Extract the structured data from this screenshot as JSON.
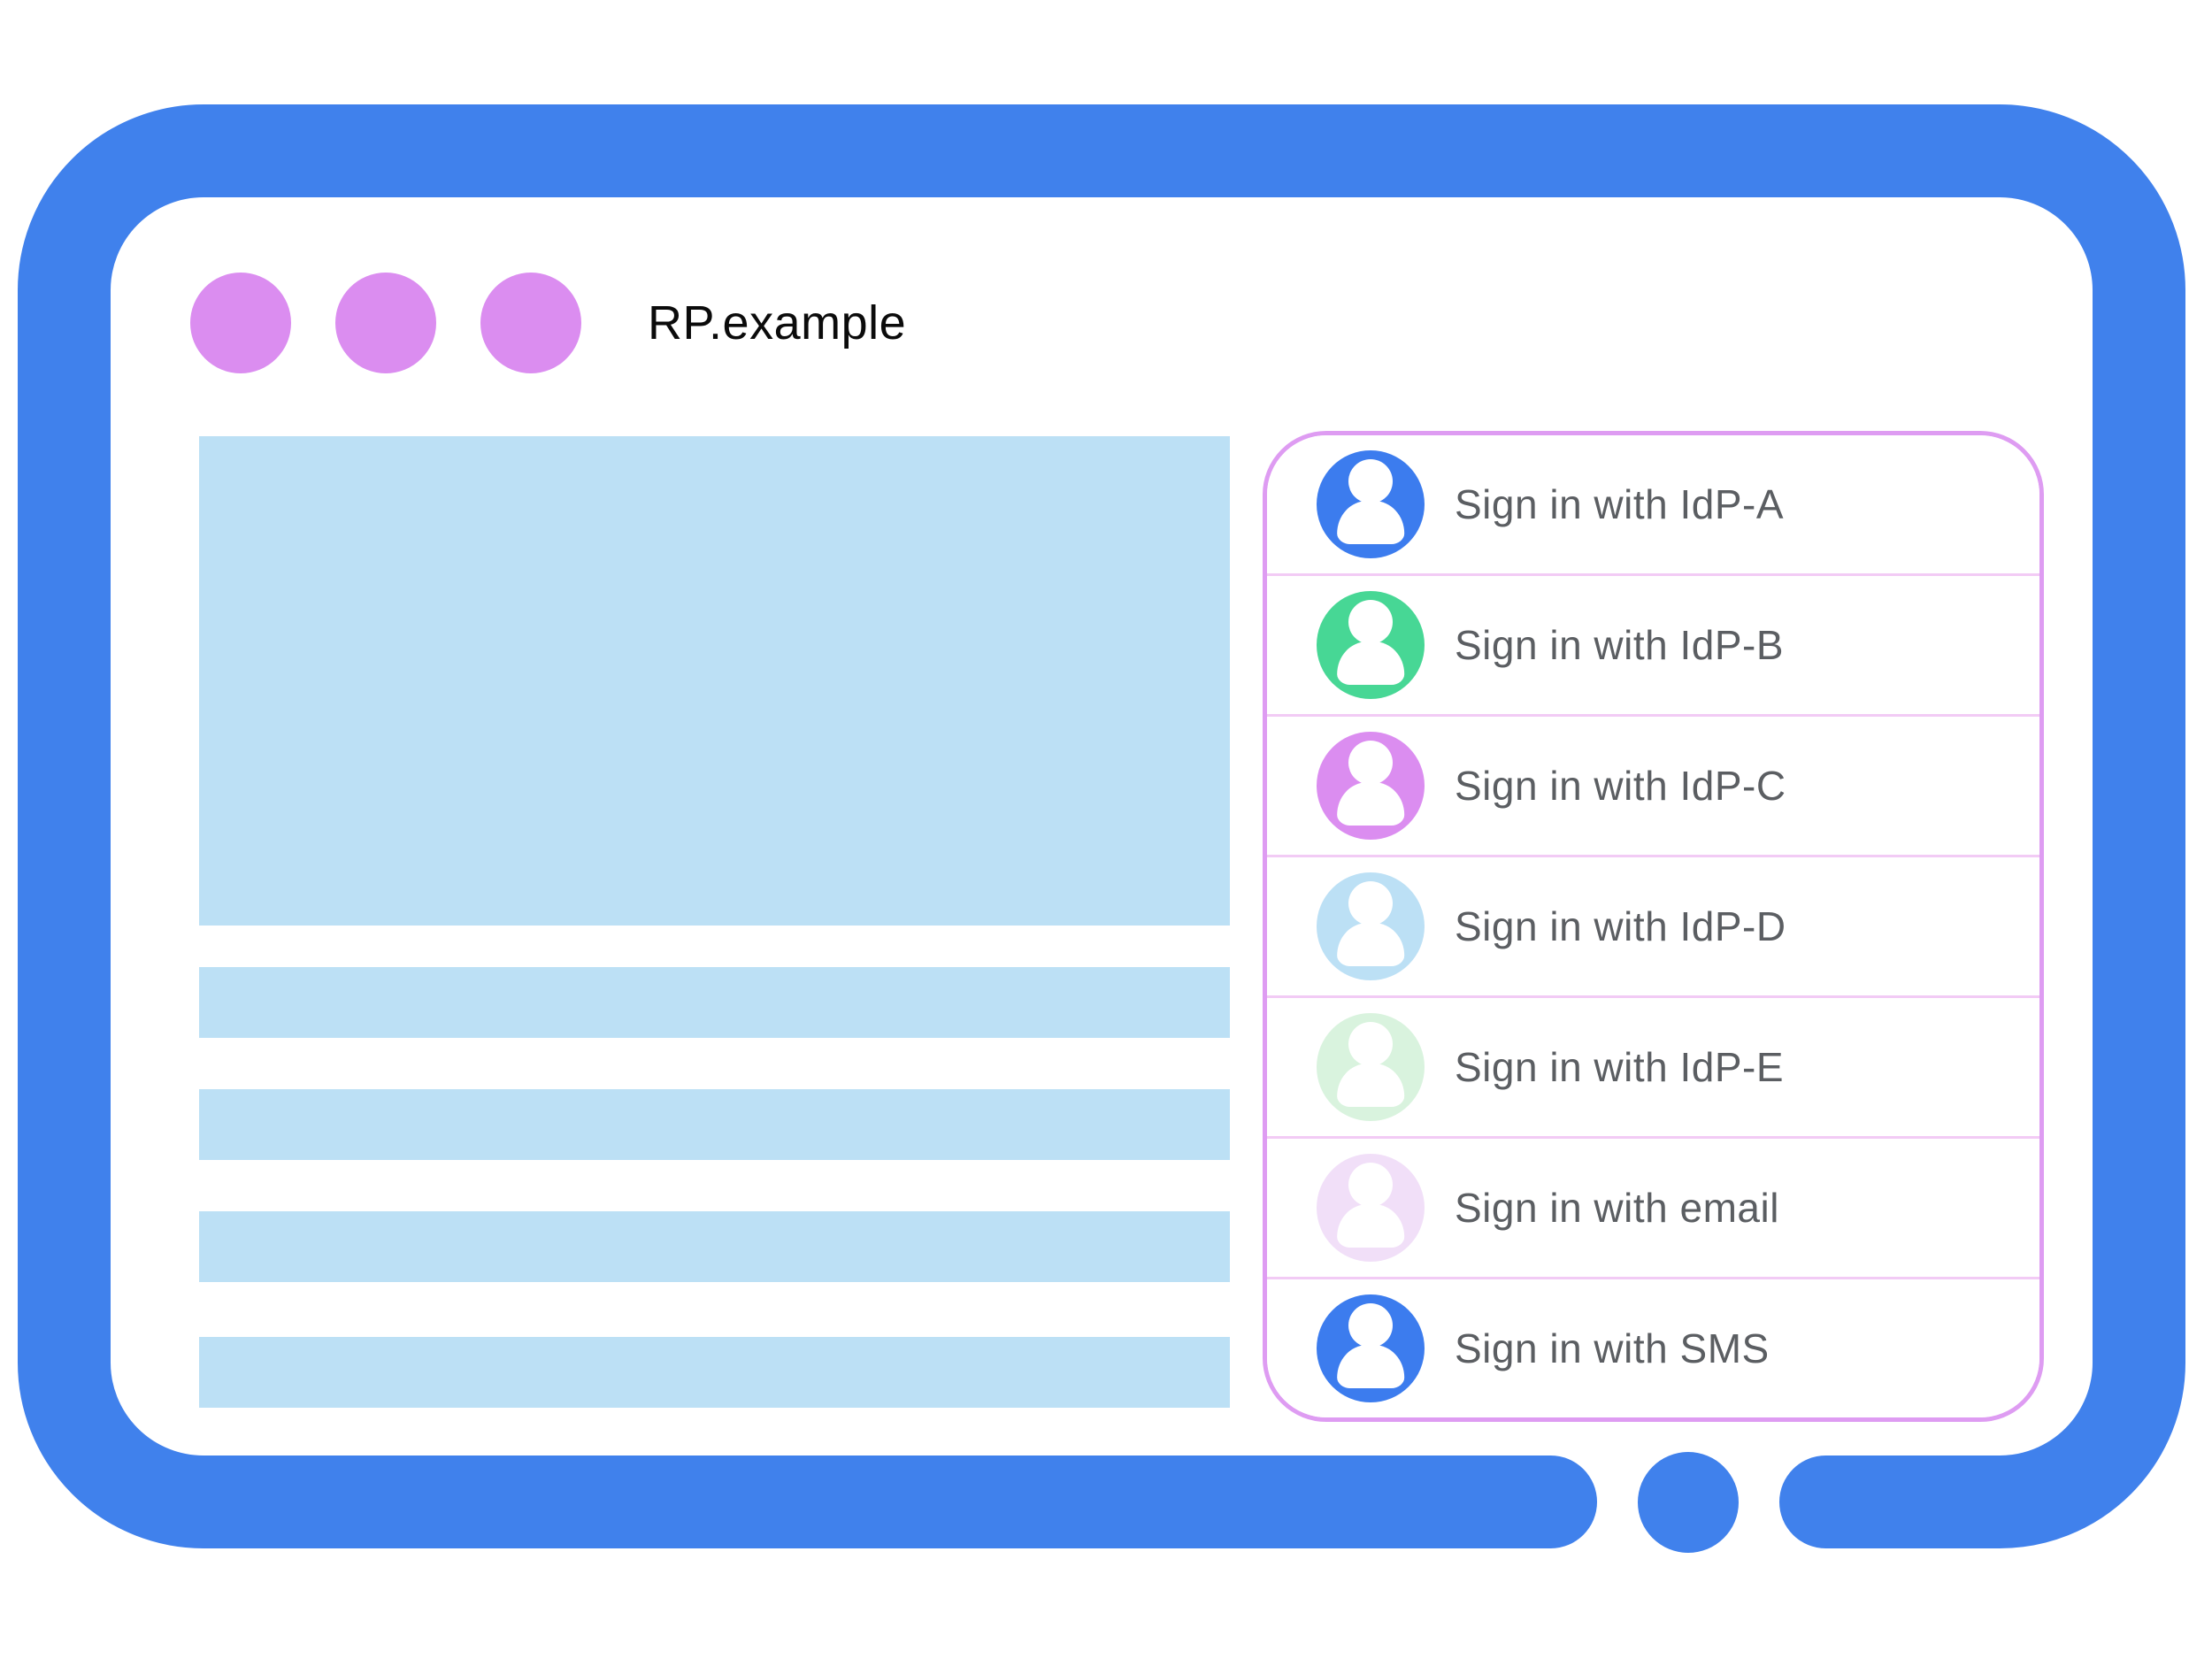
{
  "frame": {
    "bezel_color": "#4081EC",
    "home_button_icon": "home-button"
  },
  "window": {
    "title": "RP.example",
    "dot_color": "#DB8DF0",
    "dot_count": 3
  },
  "content": {
    "placeholder_color": "#BCE0F5",
    "hero_block_count": 1,
    "line_block_count": 4
  },
  "signin_panel": {
    "border_color": "#DE9CF2",
    "divider_color": "#F2CBF5",
    "label_color": "#5B5E62",
    "options": [
      {
        "label": "Sign in with IdP-A",
        "avatar_color": "#3C7CEE"
      },
      {
        "label": "Sign in with IdP-B",
        "avatar_color": "#47D795"
      },
      {
        "label": "Sign in with IdP-C",
        "avatar_color": "#DB8DF0"
      },
      {
        "label": "Sign in with IdP-D",
        "avatar_color": "#BCE0F5"
      },
      {
        "label": "Sign in with IdP-E",
        "avatar_color": "#D9F3DE"
      },
      {
        "label": "Sign in with email",
        "avatar_color": "#F1DFF8"
      },
      {
        "label": "Sign in with SMS",
        "avatar_color": "#3C7CEE"
      }
    ]
  }
}
